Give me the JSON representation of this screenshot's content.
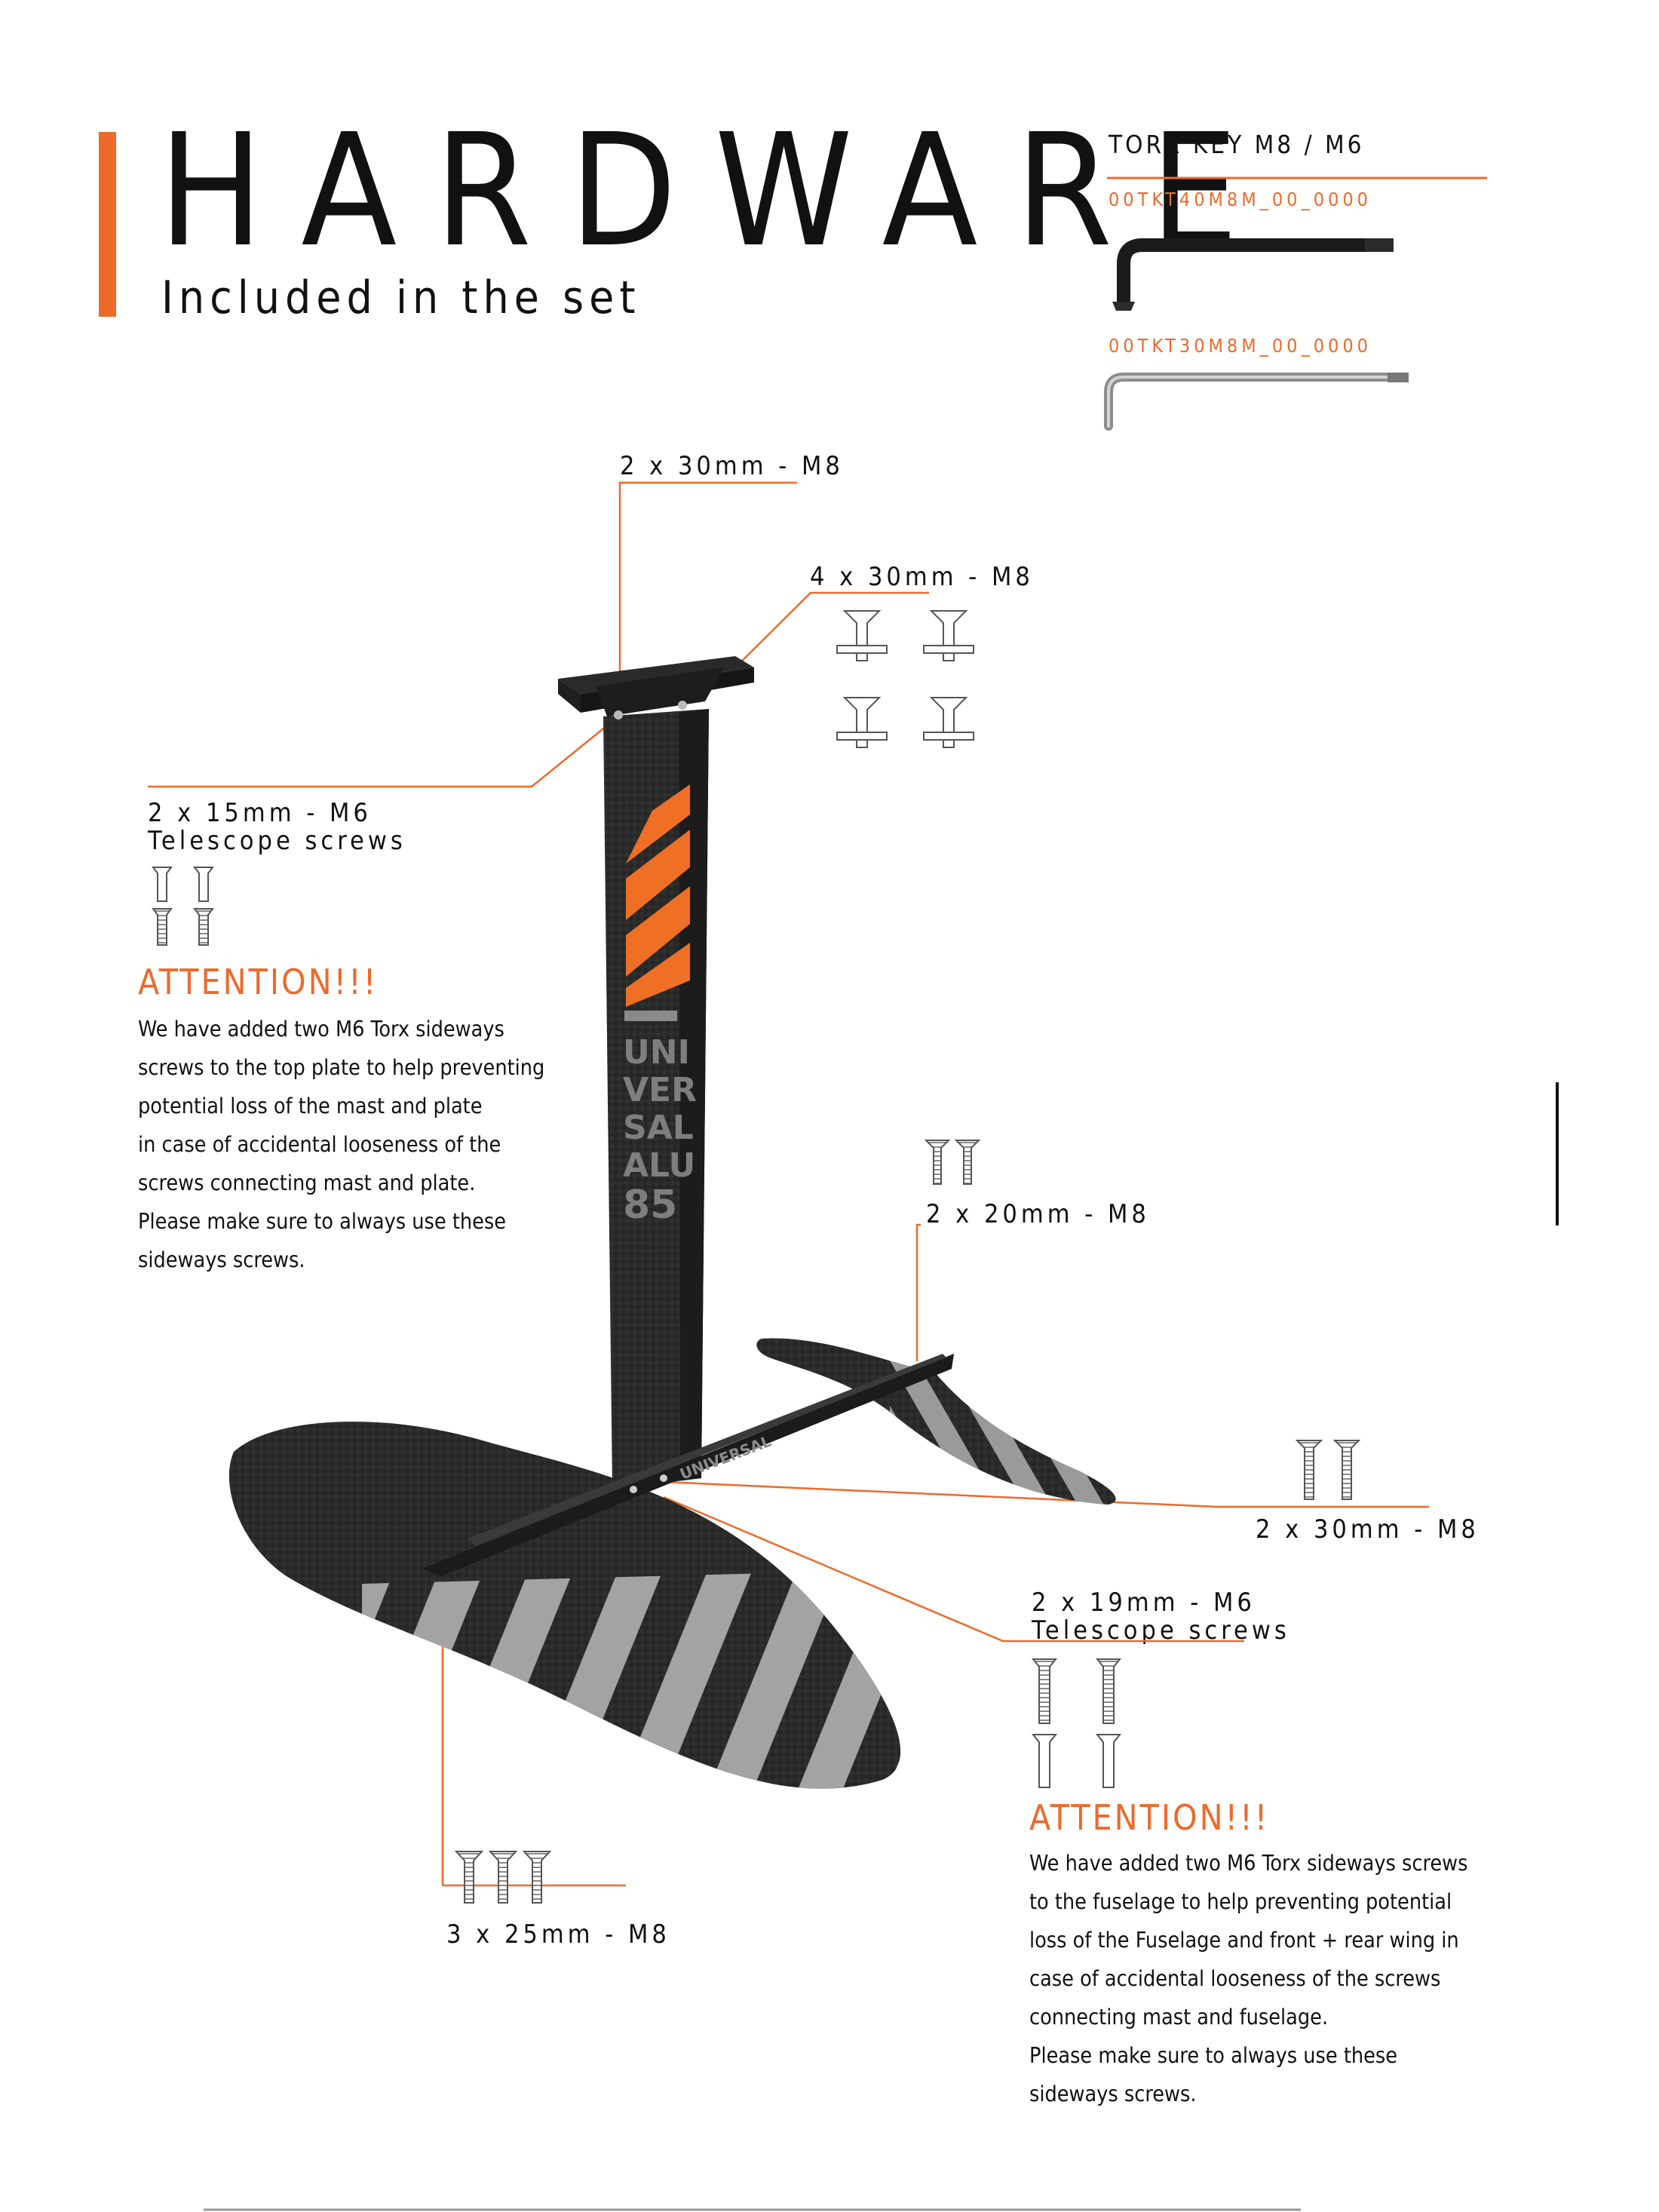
{
  "header": {
    "title": "HARDWARE",
    "subtitle": "Included in the set"
  },
  "torx": {
    "title": "TORX KEY M8 / M6",
    "code_m8": "00TKT40M8M_00_0000",
    "code_m6": "00TKT30M8M_00_0000"
  },
  "labels": {
    "top_plate": "2 x 30mm - M8",
    "plate_board": "4 x 30mm - M8",
    "mast_side_line1": "2 x 15mm - M6",
    "mast_side_line2": "Telescope screws",
    "stabilizer": "2 x 20mm - M8",
    "fuselage_mast": "2 x 30mm - M8",
    "fuselage_side_line1": "2 x 19mm - M6",
    "fuselage_side_line2": "Telescope screws",
    "front_wing": "3 x 25mm - M8"
  },
  "mast": {
    "print_lines": [
      "UNI",
      "VER",
      "SAL",
      "ALU",
      "85"
    ],
    "fuselage_print": "UNIVERSAL"
  },
  "attention_top": {
    "title": "ATTENTION!!!",
    "lines": [
      "We have added two M6 Torx sideways",
      "screws to the top plate to help preventing",
      "potential loss of the mast and plate",
      "in case of accidental looseness of the",
      "screws connecting mast and plate.",
      "Please make sure to always use these",
      "sideways screws."
    ]
  },
  "attention_bottom": {
    "title": "ATTENTION!!!",
    "lines": [
      "We have added two M6 Torx sideways screws",
      "to the fuselage to help preventing  potential",
      "loss of the  Fuselage and front + rear wing in",
      "case of accidental looseness of the screws",
      "connecting mast and fuselage.",
      "Please make sure to always use these",
      "sideways screws."
    ]
  },
  "colors": {
    "accent": "#ec6a2a",
    "text": "#111111",
    "carbon": "#262626",
    "stripe": "#9a9a9a"
  }
}
